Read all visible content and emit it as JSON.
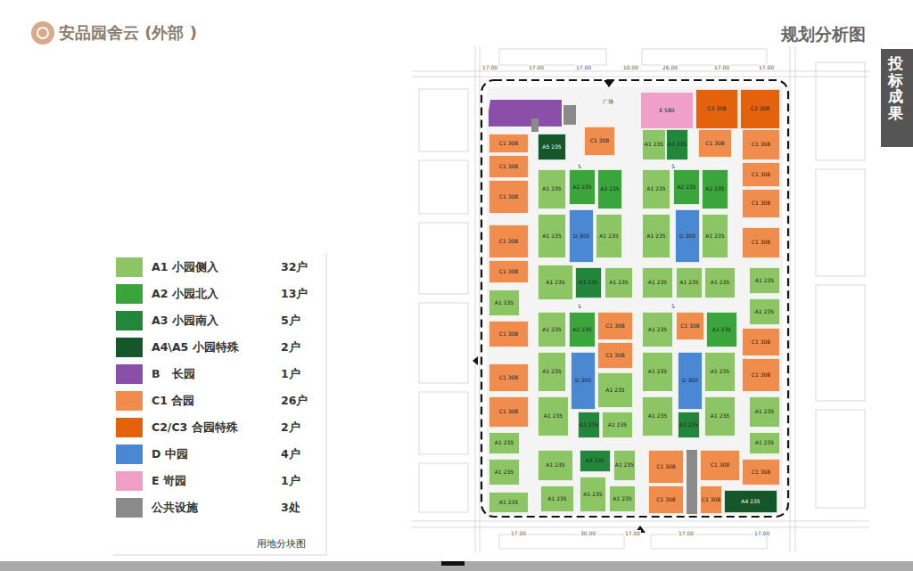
{
  "diagram": {
    "title": "安品园舍云 (外部 )",
    "caption": "用地分块图",
    "nodes": [
      {
        "text": [
          "E 580"
        ]
      },
      {
        "text": [
          "C3 308"
        ]
      },
      {
        "text": [
          "C2 308"
        ]
      },
      {
        "text": [
          "C1 308"
        ]
      },
      {
        "text": [
          "C1 308"
        ]
      },
      {
        "text": [
          "C1 308"
        ]
      },
      {
        "text": [
          "C1 308"
        ]
      },
      {
        "text": [
          "C1 308"
        ]
      },
      {
        "text": [
          "A1 235"
        ]
      },
      {
        "text": [
          "C1 308"
        ]
      },
      {
        "text": [
          "C1 308"
        ]
      },
      {
        "text": [
          "C1 308"
        ]
      },
      {
        "text": [
          "A1 235"
        ]
      },
      {
        "text": [
          "A1 235"
        ]
      },
      {
        "text": [
          "A1 235"
        ]
      },
      {
        "text": [
          "C1 308"
        ]
      },
      {
        "text": [
          "C1 308"
        ]
      },
      {
        "text": [
          "C1 308"
        ]
      },
      {
        "text": [
          "C1 308"
        ]
      },
      {
        "text": [
          "A1 235"
        ]
      },
      {
        "text": [
          "A1 235"
        ]
      },
      {
        "text": [
          "C1 308"
        ]
      },
      {
        "text": [
          "C1 308"
        ]
      },
      {
        "text": [
          "A1 235"
        ]
      },
      {
        "text": [
          "A1 235"
        ]
      },
      {
        "text": [
          "C1 308"
        ]
      },
      {
        "text": [
          "A4 235"
        ]
      },
      {
        "text": [
          "A5 235"
        ]
      },
      {
        "text": [
          "C1 308"
        ]
      },
      {
        "text": [
          "A1 235"
        ]
      },
      {
        "text": [
          "A3 235"
        ]
      },
      {
        "text": [
          "C1 308"
        ]
      },
      {
        "text": [
          "A1 235"
        ]
      },
      {
        "text": [
          "A2 235"
        ]
      },
      {
        "text": [
          "A2 235"
        ]
      },
      {
        "text": [
          "D 300"
        ]
      },
      {
        "text": [
          "A1 235"
        ]
      },
      {
        "text": [
          "A1 235"
        ]
      },
      {
        "text": [
          "A1 235"
        ]
      },
      {
        "text": [
          "A3 235"
        ]
      },
      {
        "text": [
          "A1 235"
        ]
      },
      {
        "text": [
          "A1 235"
        ]
      },
      {
        "text": [
          "A2 235"
        ]
      },
      {
        "text": [
          "A2 235"
        ]
      },
      {
        "text": [
          "D 300"
        ]
      },
      {
        "text": [
          "A1 235"
        ]
      },
      {
        "text": [
          "A1 235"
        ]
      },
      {
        "text": [
          "A1 235"
        ]
      },
      {
        "text": [
          "A1 235"
        ]
      },
      {
        "text": [
          "A1 235"
        ]
      },
      {
        "text": [
          "A1 235"
        ]
      },
      {
        "text": [
          "A2 235"
        ]
      },
      {
        "text": [
          "C1 308"
        ]
      },
      {
        "text": [
          "C1 308"
        ]
      },
      {
        "text": [
          "A1 235"
        ]
      },
      {
        "text": [
          "D 300"
        ]
      },
      {
        "text": [
          "A1 235"
        ]
      },
      {
        "text": [
          "A1 235"
        ]
      },
      {
        "text": [
          "A3 235"
        ]
      },
      {
        "text": [
          "A1 235"
        ]
      },
      {
        "text": [
          "A1 235"
        ]
      },
      {
        "text": [
          "C1 308"
        ]
      },
      {
        "text": [
          "A2 235"
        ]
      },
      {
        "text": [
          "A1 235"
        ]
      },
      {
        "text": [
          "D 300"
        ]
      },
      {
        "text": [
          "A1 235"
        ]
      },
      {
        "text": [
          "A1 235"
        ]
      },
      {
        "text": [
          "A3 235"
        ]
      },
      {
        "text": [
          "A1 235"
        ]
      },
      {
        "text": [
          "A1 235"
        ]
      },
      {
        "text": [
          "A3 235"
        ]
      },
      {
        "text": [
          "A1 235"
        ]
      },
      {
        "text": [
          "A1 235"
        ]
      },
      {
        "text": [
          "A1 235"
        ]
      },
      {
        "text": [
          "A1 235"
        ]
      },
      {
        "text": [
          "C1 308"
        ]
      },
      {
        "text": [
          "C1 308"
        ]
      },
      {
        "text": [
          "C1 308"
        ]
      },
      {
        "text": [
          "C1 308"
        ]
      }
    ],
    "labels": [
      "规划分析图",
      "投标成果",
      "32户",
      "13户",
      "5户",
      "2户",
      "1户",
      "26户",
      "2户",
      "4户",
      "1户",
      "3处",
      "广场",
      "S",
      "S",
      "S",
      "S",
      "17.00",
      "17.00",
      "17.00",
      "10.00",
      "26.00",
      "17.00",
      "17.00",
      "17.00",
      "30.00",
      "17.00",
      "17.00",
      "17.00"
    ],
    "legend": [
      {
        "text": "A1 小园侧入",
        "color": "#8cc563"
      },
      {
        "text": "A2 小园北入",
        "color": "#3aa53a"
      },
      {
        "text": "A3 小园南入",
        "color": "#22873a"
      },
      {
        "text": "A4\\A5 小园特殊",
        "color": "#15572a"
      },
      {
        "text": "B   长园",
        "color": "#8a4fa8"
      },
      {
        "text": "C1 合园",
        "color": "#f08c4c"
      },
      {
        "text": "C2/C3 合园特殊",
        "color": "#e5620c"
      },
      {
        "text": "D 中园",
        "color": "#4a88d3"
      },
      {
        "text": "E 岢园",
        "color": "#f0a0c8"
      },
      {
        "text": "公共设施",
        "color": "#8a8a8a"
      }
    ]
  }
}
